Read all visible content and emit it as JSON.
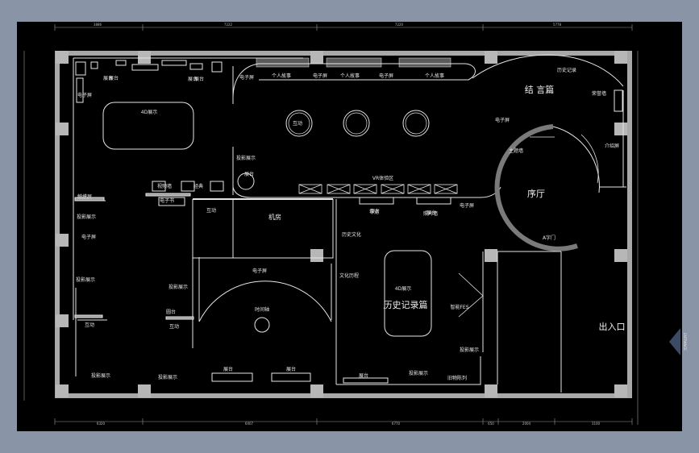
{
  "drawing": {
    "rooms": {
      "main_hall": "序厅",
      "history": "历史记录篇",
      "conclusion": "结 言篇",
      "exit": "出入口",
      "machine_room": "机房"
    },
    "labels": {
      "display_table_1": "展台",
      "display_table_2": "展台",
      "touch_screen_1": "电子屏",
      "touch_screen_2": "电子屏",
      "touch_screen_3": "电子屏",
      "touch_screen_4": "电子屏",
      "touch_screen_5": "电子屏",
      "touch_screen_6": "电子屏",
      "touch_screen_7": "电子屏",
      "touch_screen_8": "电子屏",
      "display_tag_1": "展台",
      "display_tag_2": "展台",
      "display_tag_3": "展台",
      "display_tag_4": "展台",
      "display_tag_5": "展台",
      "display_tag_6": "展台",
      "display_tag_7": "展台",
      "display_tag_8": "展台",
      "personal_story_1": "个人故事",
      "personal_story_2": "个人故事",
      "personal_story_3": "个人故事",
      "multi_display_1": "4D展示",
      "multi_display_2": "4D展示",
      "projection_1": "投影展示",
      "projection_2": "投影展示",
      "projection_3": "投影展示",
      "projection_4": "投影展示",
      "projection_5": "投影展示",
      "projection_6": "投影展示",
      "projection_7": "投影展示",
      "projection_8": "投影展示",
      "theme_wall": "主题墙",
      "history_culture": "历史文化",
      "culture_corridor": "文化历程",
      "interactive": "互动",
      "interactive_2": "互动",
      "interactive_3": "互动",
      "interactive_4": "互动",
      "vr_area": "VR体验区",
      "intro_screen": "介绍屏",
      "door": "A字门",
      "timeline": "时间轴",
      "honor_wall": "荣誉墙",
      "history_record": "历史记录",
      "electronic_exhibit": "电子书",
      "sub_label": "触摸屏",
      "round_table": "圆台",
      "video_wall": "视频墙",
      "classic": "经典",
      "guide": "导览",
      "photo_wall": "照片墙",
      "intelligent": "智能FES",
      "retro_items": "旧物陈列"
    },
    "entrance_label": "ENTRANCE",
    "dimensions": {
      "top": [
        "3886",
        "7222",
        "7220",
        "5778"
      ],
      "bottom": [
        "6320",
        "6007",
        "6770",
        "650",
        "2004",
        "3100"
      ]
    },
    "colors": {
      "background": "#000000",
      "frame": "#8995a6",
      "lines": "#e6e6e6",
      "columns": "#b7b7b7",
      "curved_wall": "#7a7a7a"
    }
  }
}
